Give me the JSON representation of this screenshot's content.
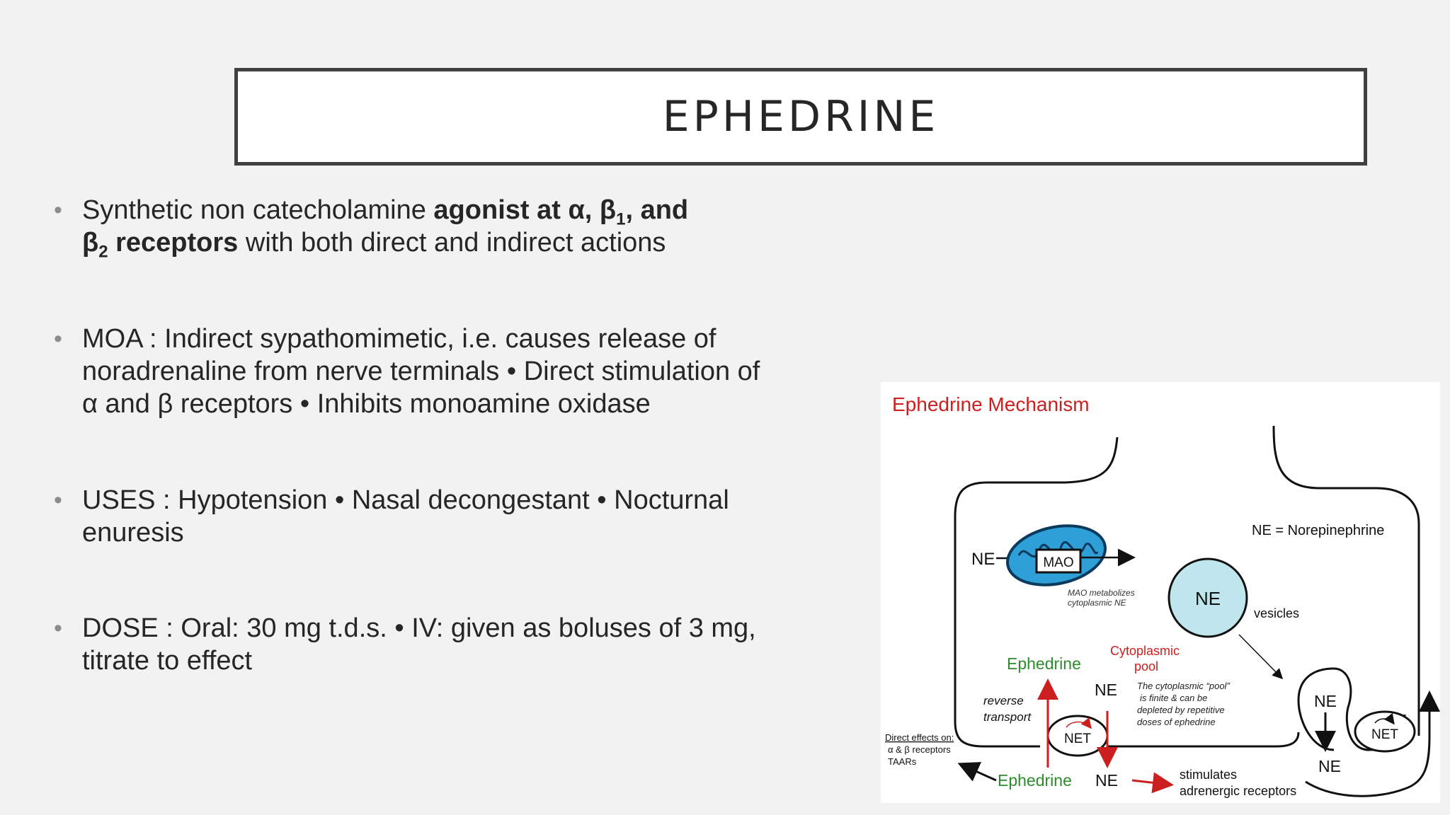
{
  "title": "EPHEDRINE",
  "bullets": {
    "b1": {
      "p1": "Synthetic non catecholamine",
      "p2": "agonist at α, β",
      "p2_sub": "1",
      "p3": ", and",
      "p4": "β",
      "p4_sub": "2",
      "p5": " receptors",
      "p6": " with both direct and indirect actions"
    },
    "b2": {
      "line1": "MOA :  Indirect sypathomimetic, i.e. causes release of",
      "line2": "noradrenaline from nerve terminals •  Direct stimulation of",
      "line3": "α  and  β  receptors •  Inhibits monoamine oxidase"
    },
    "b3": {
      "line1": "USES : Hypotension •  Nasal decongestant •  Nocturnal",
      "line2": "enuresis"
    },
    "b4": {
      "line1": "DOSE : Oral: 30 mg t.d.s. •  IV: given as boluses of  3  mg,",
      "line2": "titrate to effect"
    }
  },
  "diagram": {
    "title": "Ephedrine Mechanism",
    "ne_legend": "NE = Norepinephrine",
    "ne_left": "NE",
    "mao": "MAO",
    "mao_note1": "MAO metabolizes",
    "mao_note2": "cytoplasmic NE",
    "vesicle_ne": "NE",
    "vesicles": "vesicles",
    "cyto1": "Cytoplasmic",
    "cyto2": "pool",
    "ephedrine_top": "Ephedrine",
    "ne_mid": "NE",
    "reverse1": "reverse",
    "reverse2": "transport",
    "pool_note1": "The cytoplasmic “pool”",
    "pool_note2": "is finite & can be",
    "pool_note3": "depleted by repetitive",
    "pool_note4": "doses of ephedrine",
    "net_left": "NET",
    "ne_right_top": "NE",
    "net_right": "NET",
    "ne_right_bottom": "NE",
    "direct1": "Direct effects on:",
    "direct2": "α & β receptors",
    "direct3": "TAARs",
    "ephedrine_bottom": "Ephedrine",
    "ne_bottom": "NE",
    "stim1": "stimulates",
    "stim2": "adrenergic receptors",
    "colors": {
      "red": "#cc1f1f",
      "green": "#2e8b2e",
      "vesicle": "#bfe6ec",
      "mito": "#2f9fd8"
    }
  }
}
